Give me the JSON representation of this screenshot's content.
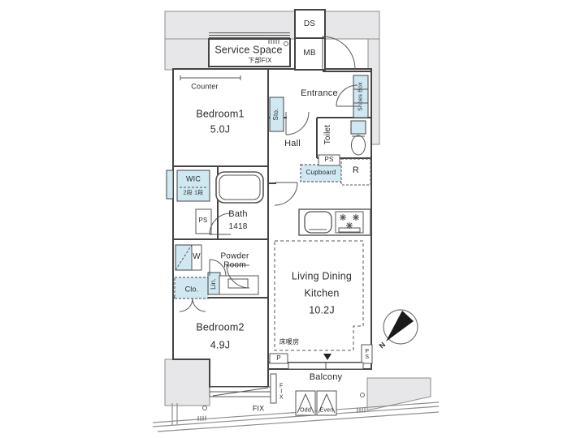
{
  "plan": {
    "rooms": {
      "service_space": {
        "label": "Service Space",
        "sub": "下部FIX"
      },
      "bedroom1": {
        "label": "Bedroom1",
        "size": "5.0J"
      },
      "entrance": {
        "label": "Entrance"
      },
      "hall": {
        "label": "Hall"
      },
      "toilet": {
        "label": "Toilet"
      },
      "bath": {
        "label": "Bath",
        "size": "1418"
      },
      "powder_room": {
        "label": "Powder Room"
      },
      "bedroom2": {
        "label": "Bedroom2",
        "size": "4.9J"
      },
      "ldk": {
        "label_line1": "Living Dining",
        "label_line2": "Kitchen",
        "size": "10.2J",
        "floor_heating": "床暖房"
      },
      "balcony": {
        "label": "Balcony"
      }
    },
    "storage": {
      "wic": "WIC",
      "wic_shelves": "2段 1段",
      "sto": "Sto.",
      "shoes_box": "Shoes Box",
      "cupboard": "Cupboard",
      "closet": "Clo.",
      "linen": "Lin.",
      "washer": "W",
      "refrigerator": "R",
      "counter": "Counter"
    },
    "shafts": {
      "ds": "DS",
      "mb": "MB",
      "ps": "PS",
      "p": "P"
    },
    "windows": {
      "fix": "FIX"
    },
    "hatches": {
      "odd": "Odd",
      "even": "Even"
    },
    "compass": {
      "north": "N"
    }
  },
  "colors": {
    "fixture_blue": "#cfe8f2",
    "outside_gray": "#e7e7e9",
    "wall_line": "#444444"
  }
}
